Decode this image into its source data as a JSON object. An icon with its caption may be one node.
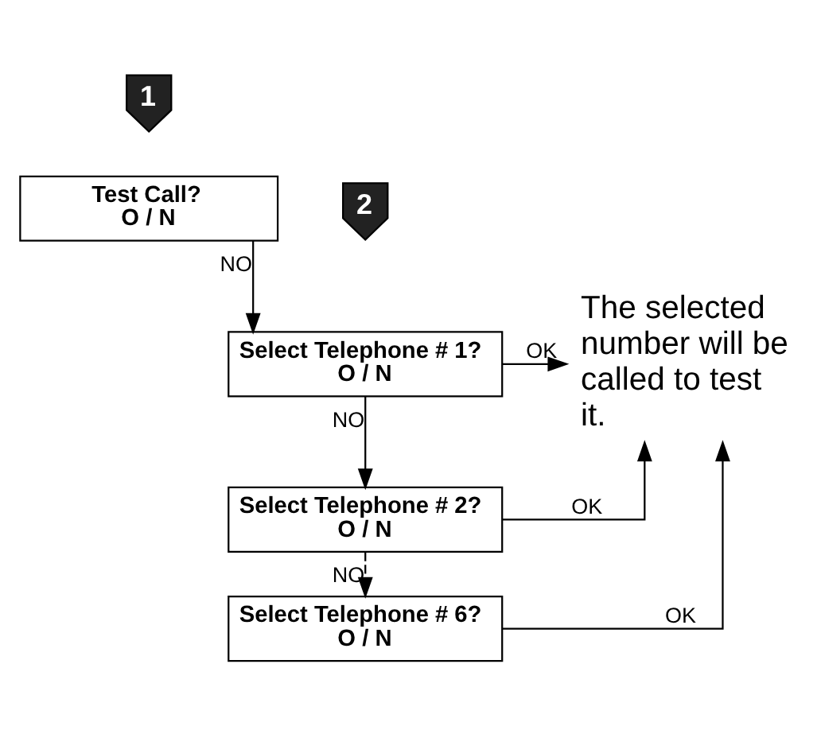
{
  "diagram": {
    "nodes": [
      {
        "text": [
          "1"
        ]
      },
      {
        "text": [
          "Test Call?",
          "O / N"
        ]
      },
      {
        "text": [
          "2"
        ]
      },
      {
        "text": [
          "Select Telephone # 1?",
          "O / N"
        ]
      },
      {
        "text": [
          "Select Telephone # 2?",
          "O / N"
        ]
      },
      {
        "text": [
          "Select Telephone # 6?",
          "O / N"
        ]
      },
      {
        "text": [
          "The selected number will be called to test it."
        ]
      }
    ],
    "edges": [
      {
        "from": 1,
        "to": 3,
        "arrow": "to",
        "label": "NO"
      },
      {
        "from": 3,
        "to": 6,
        "arrow": "to",
        "label": "OK"
      },
      {
        "from": 3,
        "to": 4,
        "arrow": "to",
        "label": "NO"
      },
      {
        "from": 4,
        "to": 6,
        "arrow": "to",
        "label": "OK"
      },
      {
        "from": 4,
        "to": 5,
        "arrow": "to",
        "label": "NO",
        "style": "dashed"
      },
      {
        "from": 5,
        "to": 6,
        "arrow": "to",
        "label": "OK"
      }
    ]
  }
}
